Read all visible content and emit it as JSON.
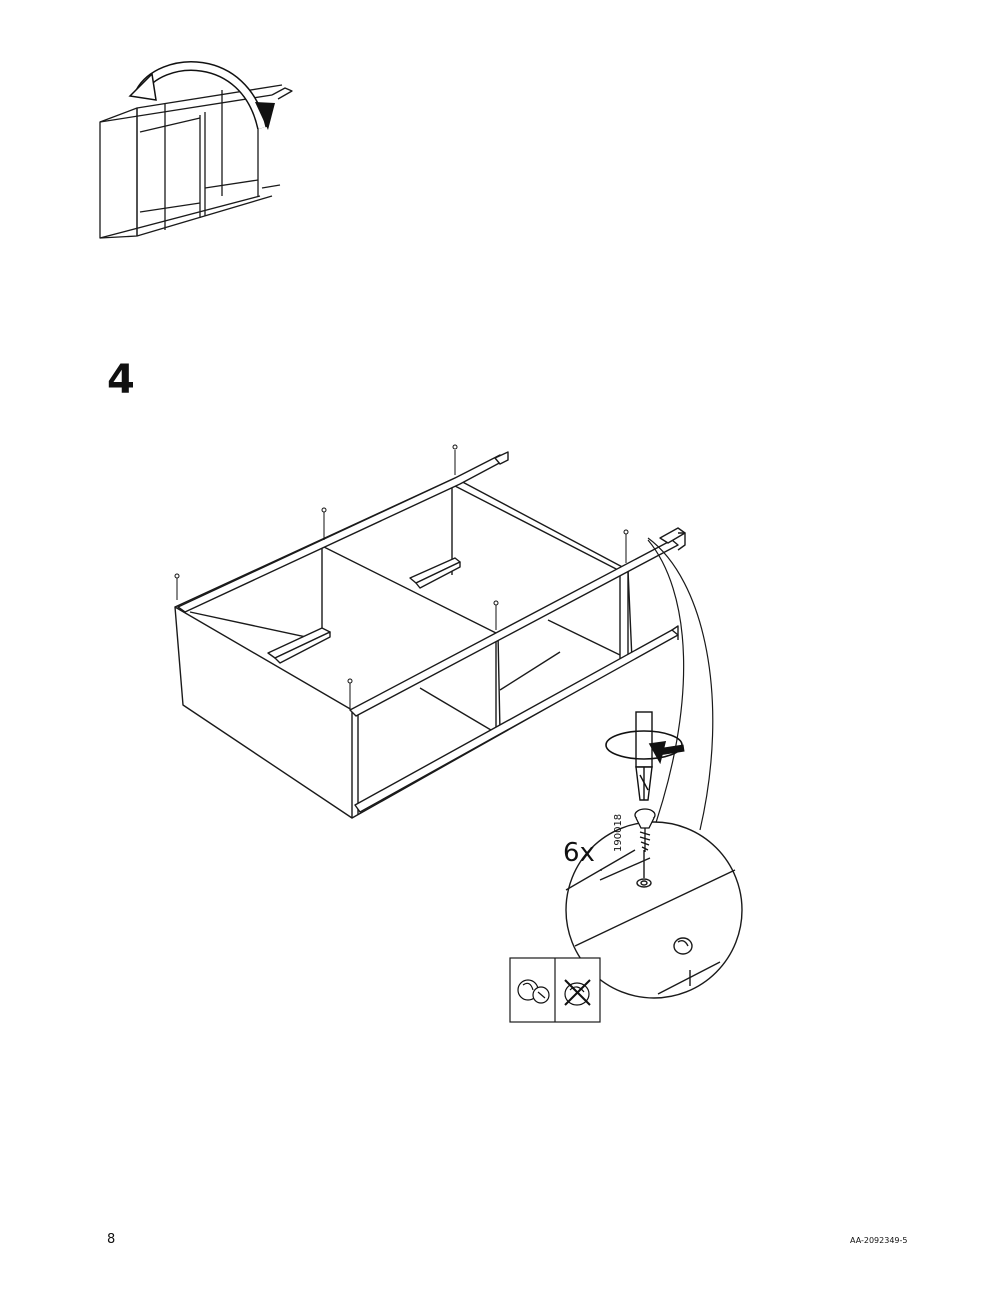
{
  "step": {
    "number": "4"
  },
  "fastener": {
    "quantity": "6x",
    "part_number": "190018"
  },
  "footer": {
    "page_number": "8",
    "document_code": "AA-2092349-5"
  }
}
